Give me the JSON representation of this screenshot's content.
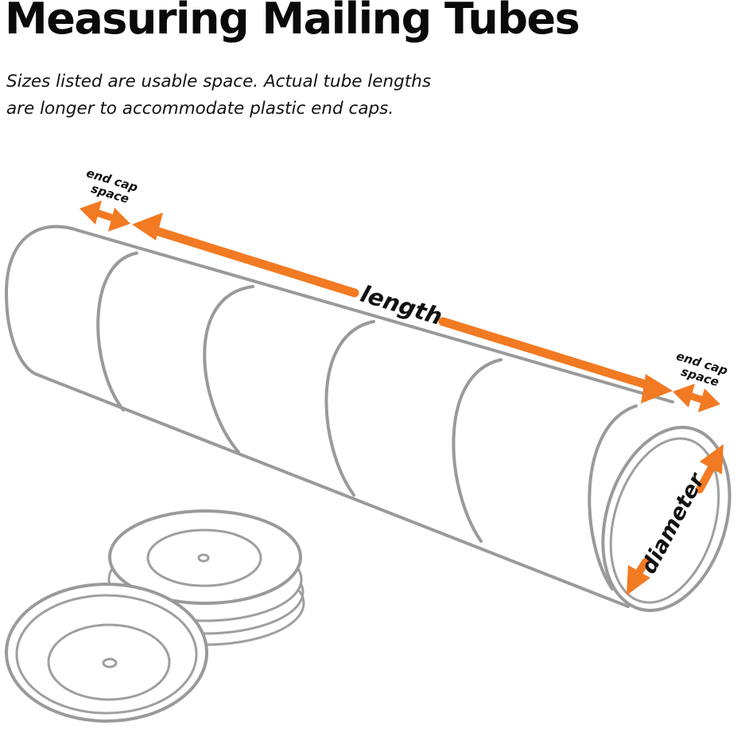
{
  "title": "Measuring Mailing Tubes",
  "subtitle_lines": [
    "Sizes listed are usable space. Actual tube lengths",
    "are longer to accommodate plastic end caps."
  ],
  "labels": {
    "length": "length",
    "diameter": "diameter",
    "end_cap_left": [
      "end cap",
      "space"
    ],
    "end_cap_right": [
      "end cap",
      "space"
    ]
  },
  "colors": {
    "accent": "#f27a22",
    "outline": "#9a9a9a",
    "text": "#111111"
  }
}
